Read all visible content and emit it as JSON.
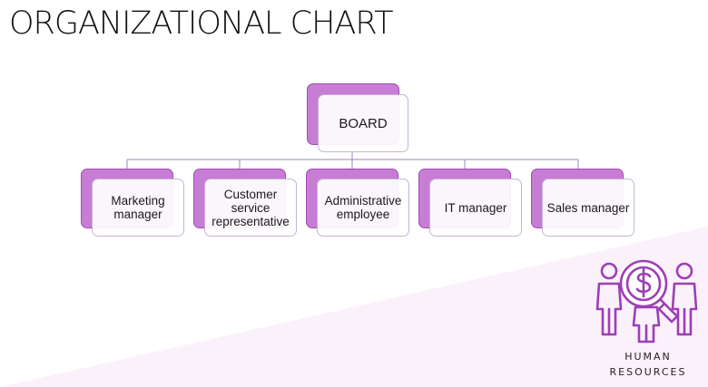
{
  "title": "ORGANIZATIONAL CHART",
  "board": {
    "label": "BOARD"
  },
  "departments": [
    {
      "label": "Marketing manager"
    },
    {
      "label": "Customer service representative"
    },
    {
      "label": "Administrative employee"
    },
    {
      "label": "IT manager"
    },
    {
      "label": "Sales manager"
    }
  ],
  "logo": {
    "icon": "human-resources-icon",
    "line1": "HUMAN",
    "line2": "RESOURCES"
  },
  "colors": {
    "box_fill": "#c77dd4",
    "box_border": "#a24bb4",
    "front_border": "#c6b2d8",
    "connector": "#9b86b8",
    "icon": "#9c3fb4",
    "background_accent": "#fbf1fb"
  }
}
